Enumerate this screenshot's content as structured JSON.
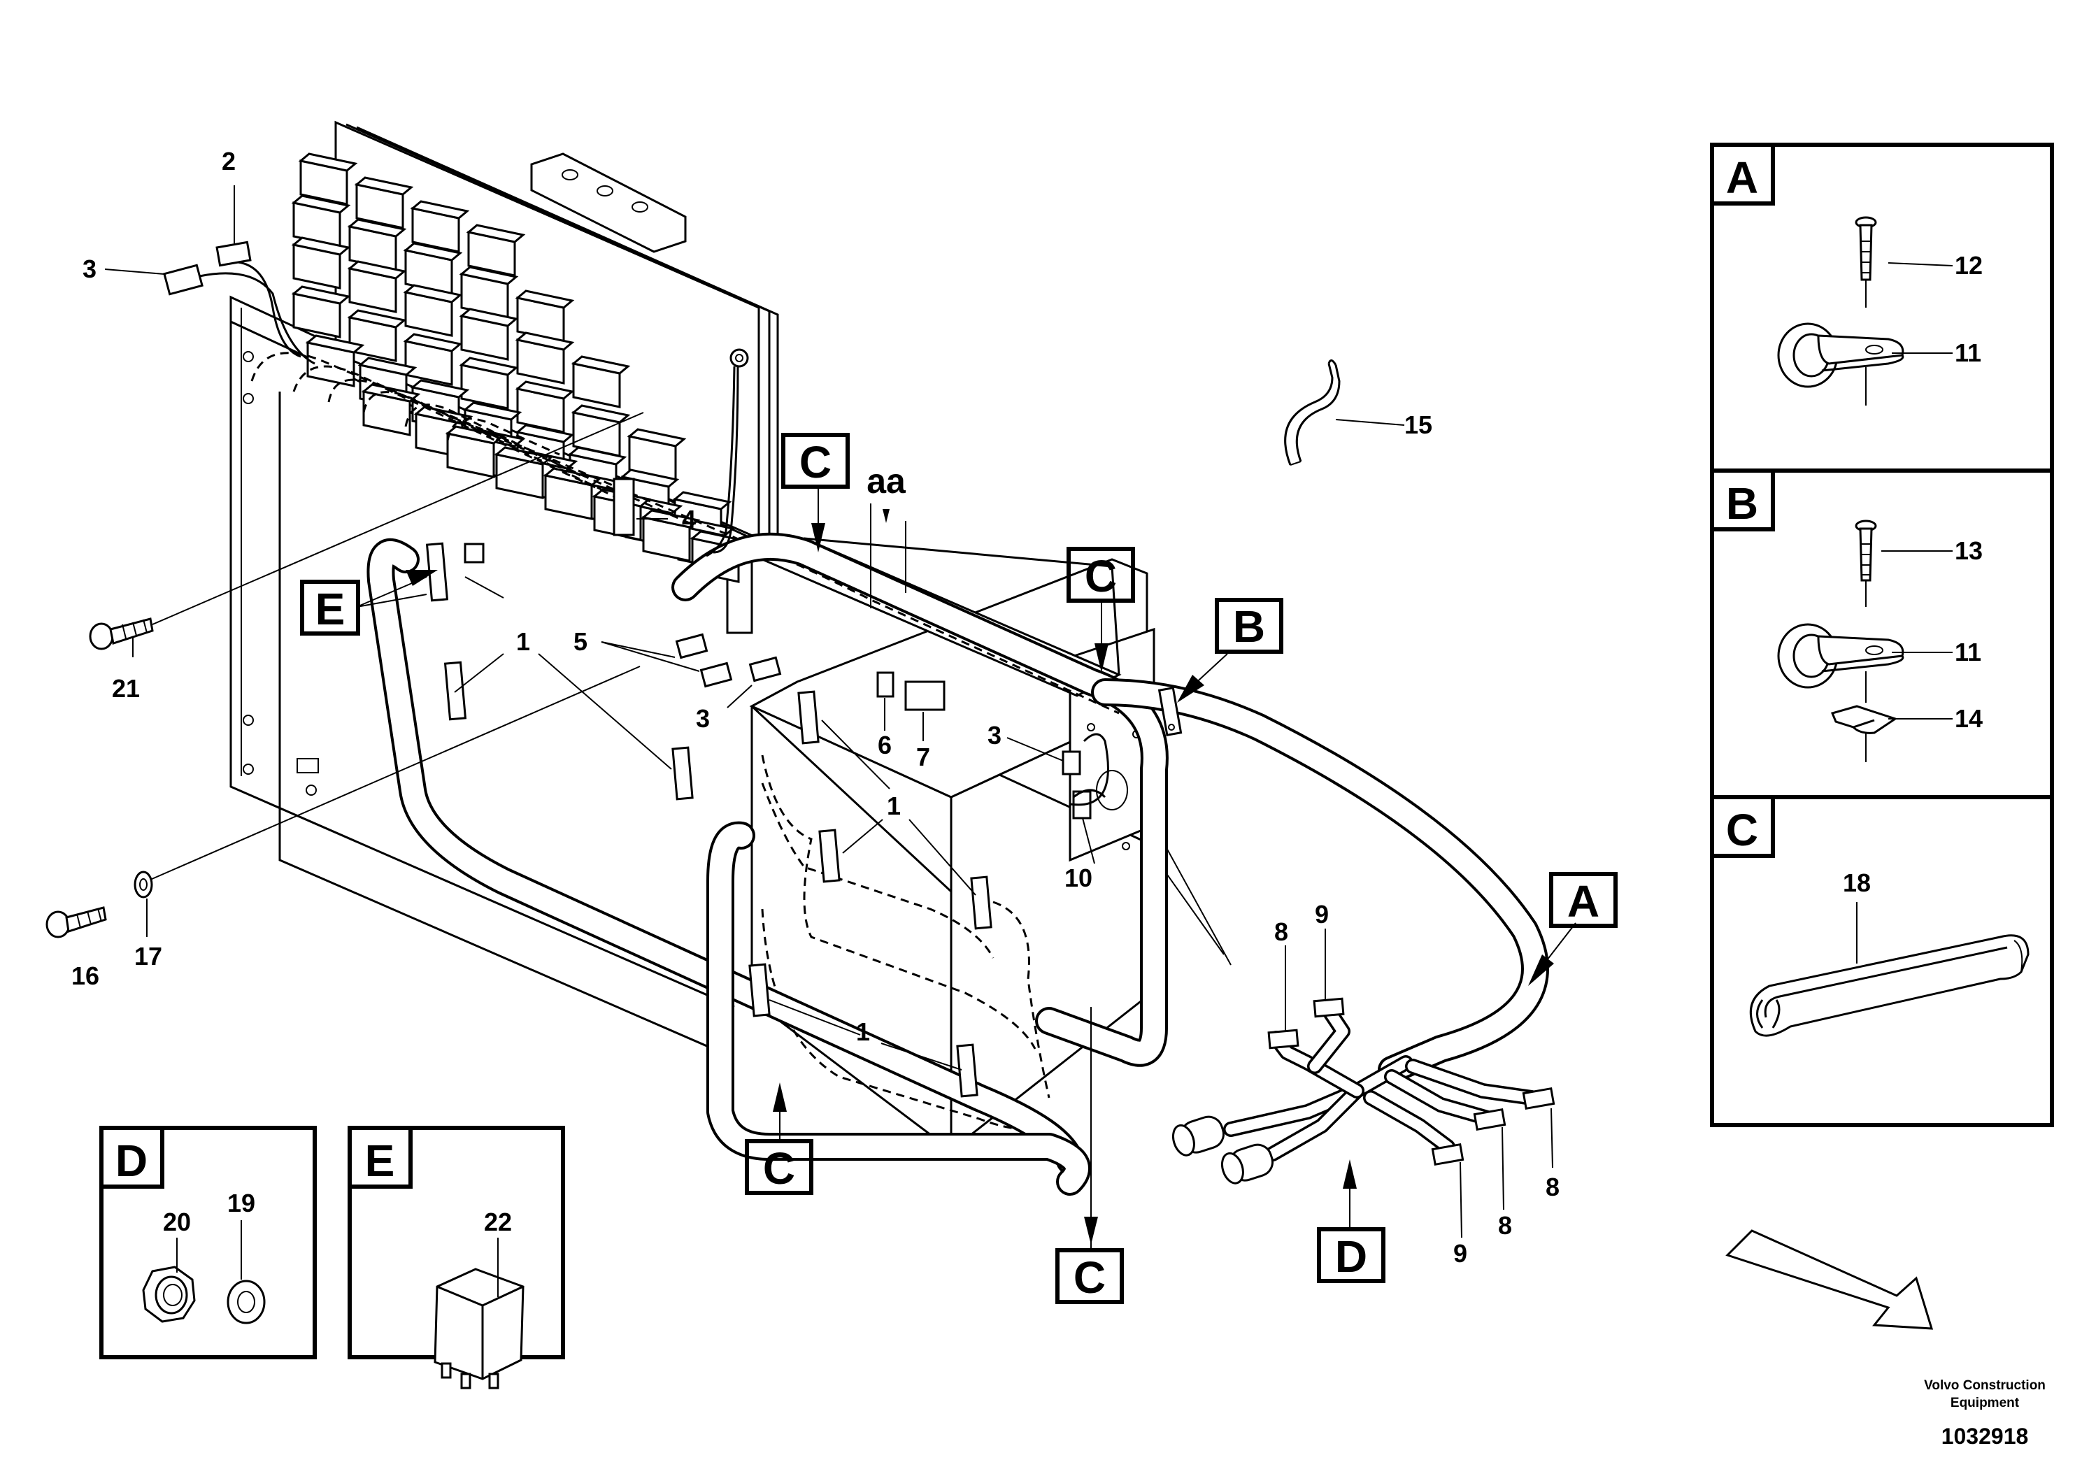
{
  "callouts": {
    "n1": "1",
    "n2": "2",
    "n3": "3",
    "n4": "4",
    "n5": "5",
    "n6": "6",
    "n7": "7",
    "n8": "8",
    "n9": "9",
    "n10": "10",
    "n11": "11",
    "n12": "12",
    "n13": "13",
    "n14": "14",
    "n15": "15",
    "n16": "16",
    "n17": "17",
    "n18": "18",
    "n19": "19",
    "n20": "20",
    "n21": "21",
    "n22": "22",
    "aa": "aa"
  },
  "detail_letters": {
    "A": "A",
    "B": "B",
    "C": "C",
    "D": "D",
    "E": "E"
  },
  "footer": {
    "line1": "Volvo Construction",
    "line2": "Equipment",
    "doc_number": "1032918"
  }
}
